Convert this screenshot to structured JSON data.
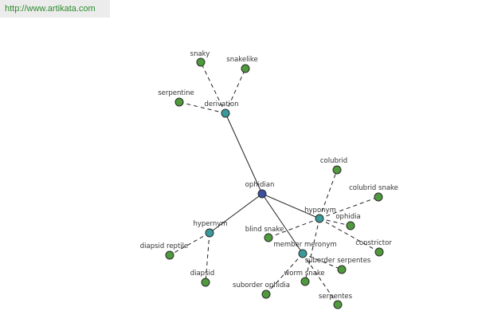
{
  "header": {
    "url": "http://www.artikata.com"
  },
  "colors": {
    "root": "#3a4fa0",
    "relation": "#3a9a9a",
    "leaf": "#4f9a3c"
  },
  "graph": {
    "nodes": [
      {
        "id": "ophidian",
        "label": "ophidian",
        "kind": "root"
      },
      {
        "id": "derivation",
        "label": "derivation",
        "kind": "relation"
      },
      {
        "id": "hyponym",
        "label": "hyponym",
        "kind": "relation"
      },
      {
        "id": "hypernym",
        "label": "hypernym",
        "kind": "relation"
      },
      {
        "id": "member_meronym",
        "label": "member meronym",
        "kind": "relation"
      },
      {
        "id": "snaky",
        "label": "snaky",
        "kind": "leaf"
      },
      {
        "id": "snakelike",
        "label": "snakelike",
        "kind": "leaf"
      },
      {
        "id": "serpentine",
        "label": "serpentine",
        "kind": "leaf"
      },
      {
        "id": "colubrid",
        "label": "colubrid",
        "kind": "leaf"
      },
      {
        "id": "colubrid_snake",
        "label": "colubrid snake",
        "kind": "leaf"
      },
      {
        "id": "ophidia",
        "label": "ophidia",
        "kind": "leaf"
      },
      {
        "id": "blind_snake",
        "label": "blind snake",
        "kind": "leaf"
      },
      {
        "id": "constrictor",
        "label": "constrictor",
        "kind": "leaf"
      },
      {
        "id": "suborder_serpentes",
        "label": "suborder serpentes",
        "kind": "leaf"
      },
      {
        "id": "worm_snake",
        "label": "worm snake",
        "kind": "leaf"
      },
      {
        "id": "suborder_ophidia",
        "label": "suborder ophidia",
        "kind": "leaf"
      },
      {
        "id": "serpentes",
        "label": "serpentes",
        "kind": "leaf"
      },
      {
        "id": "diapsid_reptile",
        "label": "diapsid reptile",
        "kind": "leaf"
      },
      {
        "id": "diapsid",
        "label": "diapsid",
        "kind": "leaf"
      }
    ],
    "edges": [
      {
        "from": "ophidian",
        "to": "derivation",
        "style": "solid"
      },
      {
        "from": "ophidian",
        "to": "hyponym",
        "style": "solid"
      },
      {
        "from": "ophidian",
        "to": "hypernym",
        "style": "solid"
      },
      {
        "from": "ophidian",
        "to": "member_meronym",
        "style": "solid"
      },
      {
        "from": "derivation",
        "to": "snaky",
        "style": "dashed"
      },
      {
        "from": "derivation",
        "to": "snakelike",
        "style": "dashed"
      },
      {
        "from": "derivation",
        "to": "serpentine",
        "style": "dashed"
      },
      {
        "from": "hyponym",
        "to": "colubrid",
        "style": "dashed"
      },
      {
        "from": "hyponym",
        "to": "colubrid_snake",
        "style": "dashed"
      },
      {
        "from": "hyponym",
        "to": "ophidia",
        "style": "dashed"
      },
      {
        "from": "hyponym",
        "to": "blind_snake",
        "style": "dashed"
      },
      {
        "from": "hyponym",
        "to": "constrictor",
        "style": "dashed"
      },
      {
        "from": "hyponym",
        "to": "worm_snake",
        "style": "dashed"
      },
      {
        "from": "member_meronym",
        "to": "suborder_serpentes",
        "style": "dashed"
      },
      {
        "from": "member_meronym",
        "to": "suborder_ophidia",
        "style": "dashed"
      },
      {
        "from": "member_meronym",
        "to": "serpentes",
        "style": "dashed"
      },
      {
        "from": "hypernym",
        "to": "diapsid_reptile",
        "style": "dashed"
      },
      {
        "from": "hypernym",
        "to": "diapsid",
        "style": "dashed"
      }
    ]
  }
}
